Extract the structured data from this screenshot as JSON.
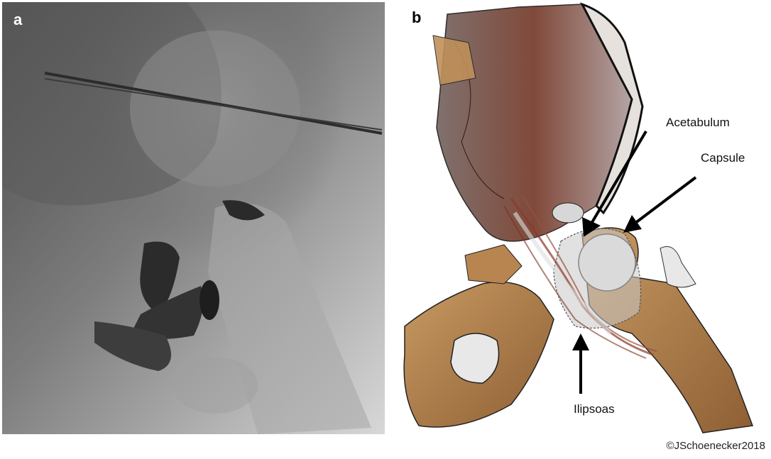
{
  "panels": {
    "a": {
      "letter": "a"
    },
    "b": {
      "letter": "b"
    }
  },
  "labels": {
    "acetabulum": "Acetabulum",
    "capsule": "Capsule",
    "iliopsoas": "Ilipsoas"
  },
  "copyright": "©JSchoenecker2018",
  "colors": {
    "bone_tan": "#b98a55",
    "bone_dark": "#6e4530",
    "muscle_red": "#8a3a2a",
    "capsule_gray": "#cfcfcf"
  }
}
